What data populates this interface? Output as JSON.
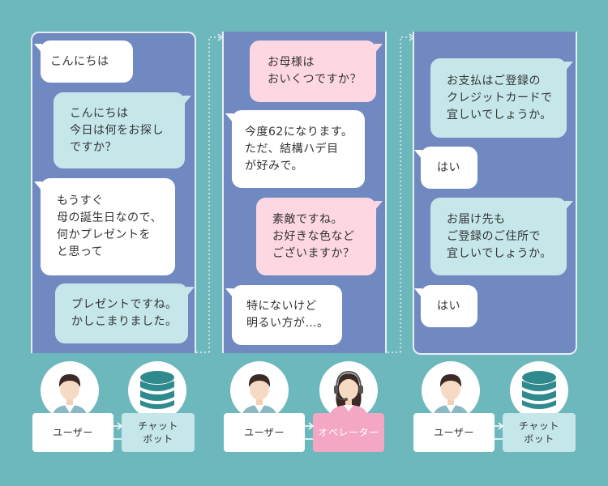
{
  "colors": {
    "background": "#6cb8bc",
    "panel": "#7089c0",
    "bubble_white": "#ffffff",
    "bubble_teal": "#c5e7ea",
    "bubble_pink": "#fdd7e2",
    "operator_label": "#f3a7c5",
    "database": "#2f8a8e"
  },
  "panels": [
    {
      "bubbles": [
        {
          "lines": [
            "こんにちは"
          ]
        },
        {
          "lines": [
            "こんにちは",
            "今日は何をお探し",
            "ですか？"
          ]
        },
        {
          "lines": [
            "もうすぐ",
            "母の誕生日なので、",
            "何かプレゼントを",
            "と思って"
          ]
        },
        {
          "lines": [
            "プレゼントですね。",
            "かしこまりました。"
          ]
        }
      ],
      "participants": {
        "left_label": [
          "ユーザー"
        ],
        "right_label": [
          "チャット",
          "ボット"
        ],
        "left_icon": "user-avatar-icon",
        "right_icon": "database-icon"
      }
    },
    {
      "bubbles": [
        {
          "lines": [
            "お母様は",
            "おいくつですか？"
          ]
        },
        {
          "lines": [
            "今度62になります。",
            "ただ、結構ハデ目",
            "が好みで。"
          ]
        },
        {
          "lines": [
            "素敵ですね。",
            "お好きな色など",
            "ございますか？"
          ]
        },
        {
          "lines": [
            "特にないけど",
            "明るい方が…。"
          ]
        }
      ],
      "participants": {
        "left_label": [
          "ユーザー"
        ],
        "right_label": [
          "オペレーター"
        ],
        "left_icon": "user-avatar-icon",
        "right_icon": "operator-avatar-icon"
      }
    },
    {
      "bubbles": [
        {
          "lines": [
            "お支払はご登録の",
            "クレジットカードで",
            "宜しいでしょうか。"
          ]
        },
        {
          "lines": [
            "はい"
          ]
        },
        {
          "lines": [
            "お届け先も",
            "ご登録のご住所で",
            "宜しいでしょうか。"
          ]
        },
        {
          "lines": [
            "はい"
          ]
        }
      ],
      "participants": {
        "left_label": [
          "ユーザー"
        ],
        "right_label": [
          "チャット",
          "ボット"
        ],
        "left_icon": "user-avatar-icon",
        "right_icon": "database-icon"
      }
    }
  ]
}
